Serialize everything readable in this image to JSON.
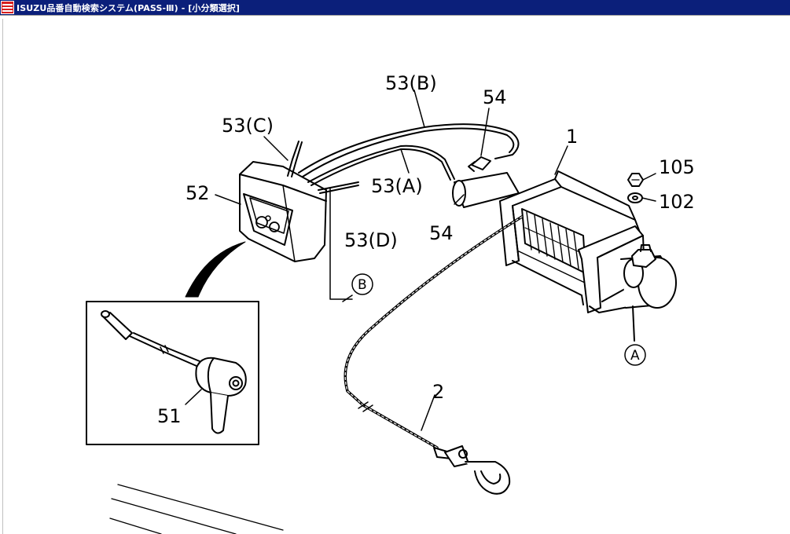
{
  "window": {
    "title": "ISUZU品番自動検索システム(PASS-Ⅲ) - [小分類選択]",
    "icon": "app-logo-icon"
  },
  "diagram": {
    "callouts": {
      "p1": "1",
      "p2": "2",
      "p51": "51",
      "p52": "52",
      "p53a": "53(A)",
      "p53b": "53(B)",
      "p53c": "53(C)",
      "p53d": "53(D)",
      "p54_top": "54",
      "p54_bottom": "54",
      "p102": "102",
      "p105": "105"
    },
    "connectors": {
      "a": "A",
      "b": "B"
    }
  },
  "colors": {
    "titlebar": "#0b1f7a",
    "icon_bg": "#d81e1e"
  }
}
